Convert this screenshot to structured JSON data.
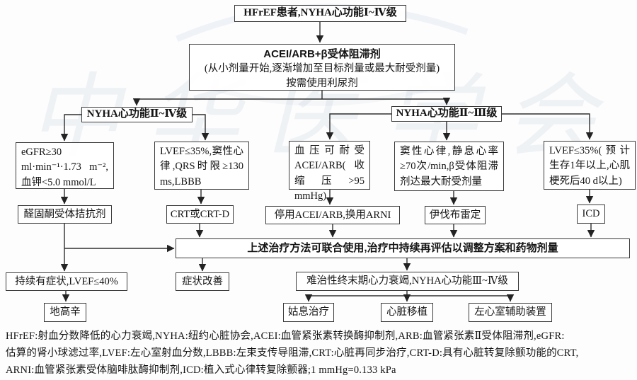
{
  "flowchart": {
    "watermark": "中华医学会",
    "nodes": {
      "start": {
        "label": "HFrEF患者,NYHA心功能Ⅰ~Ⅳ级"
      },
      "base_therapy": {
        "title": "ACEI/ARB+β受体阻滞剂",
        "line2": "(从小剂量开始,逐渐增加至目标剂量或最大耐受剂量)",
        "line3": "按需使用利尿剂"
      },
      "nyha_2_4": {
        "label": "NYHA心功能Ⅱ~Ⅳ级"
      },
      "nyha_2_3": {
        "label": "NYHA心功能Ⅱ~Ⅲ级"
      },
      "cond_egfr": {
        "label": "eGFR≥30 ml·min⁻¹·1.73 m⁻²,血钾<5.0 mmol/L"
      },
      "cond_lvef_qrs": {
        "label": "LVEF≤35%,窦性心律,QRS时限≥130 ms,LBBB"
      },
      "cond_bp": {
        "label": "血压可耐受ACEI/ARB(收缩压>95 mmHg)"
      },
      "cond_sinus": {
        "label": "窦性心律,静息心率≥70次/min,β受体阻滞剂达最大耐受剂量"
      },
      "cond_lvef_icd": {
        "label": "LVEF≤35%(预计生存1年以上,心肌梗死后40 d以上)"
      },
      "rx_mra": {
        "label": "醛固酮受体拮抗剂"
      },
      "rx_crt": {
        "label": "CRT或CRT-D"
      },
      "rx_arni": {
        "label": "停用ACEI/ARB,换用ARNI"
      },
      "rx_ivabradine": {
        "label": "伊伐布雷定"
      },
      "rx_icd": {
        "label": "ICD"
      },
      "combine": {
        "label": "上述治疗方法可联合使用,治疗中持续再评估以调整方案和药物剂量"
      },
      "persistent": {
        "label": "持续有症状,LVEF≤40%"
      },
      "improved": {
        "label": "症状改善"
      },
      "refractory": {
        "label": "难治性终末期心力衰竭,NYHA心功能Ⅲ~Ⅳ级"
      },
      "digoxin": {
        "label": "地高辛"
      },
      "palliative": {
        "label": "姑息治疗"
      },
      "transplant": {
        "label": "心脏移植"
      },
      "lvad": {
        "label": "左心室辅助装置"
      }
    },
    "footnote_lines": [
      "HFrEF:射血分数降低的心力衰竭,NYHA:纽约心脏协会,ACEI:血管紧张素转换酶抑制剂,ARB:血管紧张素Ⅱ受体阻滞剂,eGFR:",
      "估算的肾小球滤过率,LVEF:左心室射血分数,LBBB:左束支传导阻滞,CRT:心脏再同步治疗,CRT-D:具有心脏转复除颤功能的CRT,",
      "ARNI:血管紧张素受体脑啡肽酶抑制剂,ICD:植入式心律转复除颤器;1 mmHg=0.133 kPa"
    ]
  }
}
